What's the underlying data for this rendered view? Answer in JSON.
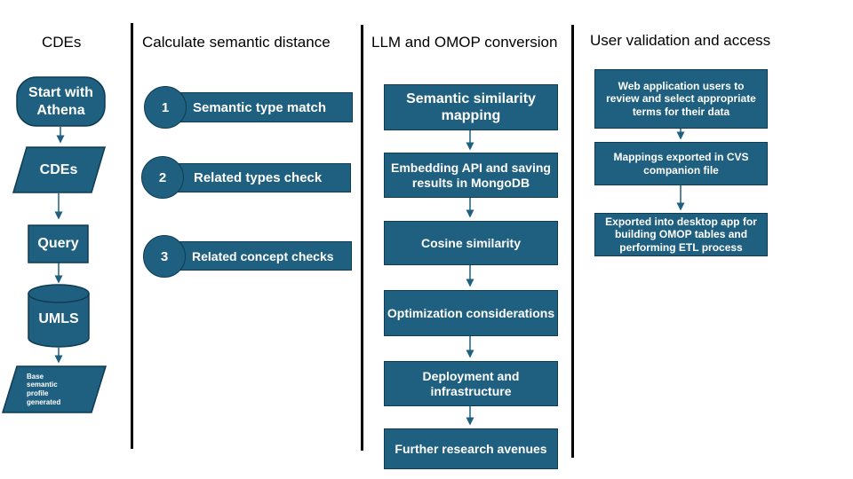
{
  "columns": {
    "cdes": {
      "title": "CDEs"
    },
    "semantic": {
      "title": "Calculate semantic distance"
    },
    "llm": {
      "title": "LLM and OMOP conversion"
    },
    "user": {
      "title": "User validation and access"
    }
  },
  "cdes_flow": {
    "start": "Start with Athena",
    "cdes": "CDEs",
    "query": "Query",
    "umls": "UMLS",
    "profile": "Base semantic profile generated"
  },
  "semantic_steps": [
    {
      "number": "1",
      "label": "Semantic type match"
    },
    {
      "number": "2",
      "label": "Related types check"
    },
    {
      "number": "3",
      "label": "Related concept checks"
    }
  ],
  "llm_steps": [
    "Semantic similarity mapping",
    "Embedding API and saving results in MongoDB",
    "Cosine similarity",
    "Optimization considerations",
    "Deployment and infrastructure",
    "Further research avenues"
  ],
  "user_steps": [
    "Web application users to review and select appropriate terms for their data",
    "Mappings exported in CVS companion file",
    "Exported into desktop app for building OMOP tables and performing ETL process"
  ],
  "colors": {
    "box_fill": "#1f5f7f",
    "box_border": "#0e3c52",
    "arrow": "#1f5f7f"
  }
}
